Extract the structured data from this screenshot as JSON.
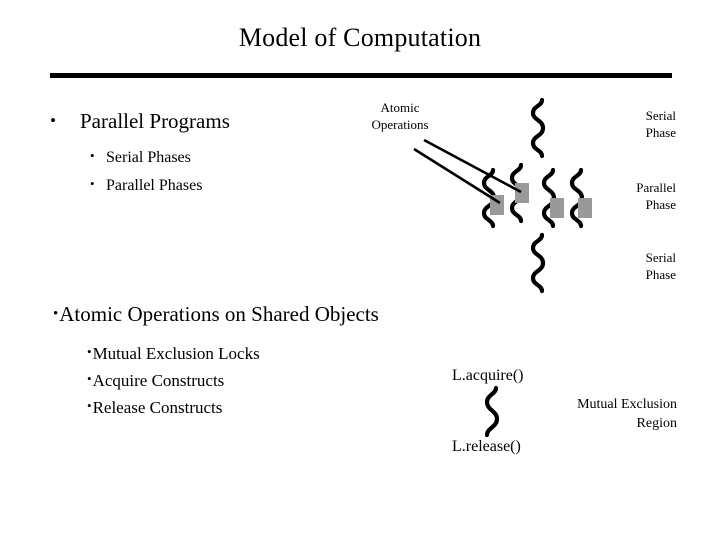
{
  "slide": {
    "title": "Model of Computation",
    "accent_color": "#000000",
    "background_color": "#ffffff",
    "squiggle_color": "#000000",
    "box_color": "#999999"
  },
  "content": {
    "bullet1": {
      "marker": "•",
      "text": "Parallel Programs",
      "sub": [
        {
          "marker": "•",
          "text": "Serial Phases"
        },
        {
          "marker": "•",
          "text": "Parallel Phases"
        }
      ]
    },
    "bullet2": {
      "marker": "•",
      "text": "Atomic Operations on Shared Objects",
      "sub": [
        {
          "marker": "•",
          "text": "Mutual Exclusion Locks"
        },
        {
          "marker": "•",
          "text": "Acquire Constructs"
        },
        {
          "marker": "•",
          "text": "Release Constructs"
        }
      ]
    }
  },
  "diagram_top": {
    "callout_label": "Atomic\nOperations",
    "phase_labels": [
      {
        "name": "serial-phase-top",
        "text": "Serial\nPhase"
      },
      {
        "name": "parallel-phase",
        "text": "Parallel\nPhase"
      },
      {
        "name": "serial-phase-bottom",
        "text": "Serial\nPhase"
      }
    ],
    "thread_count": 4,
    "atomic_box_count": 4
  },
  "diagram_bottom": {
    "acquire_label": "L.acquire()",
    "release_label": "L.release()",
    "region_label": "Mutual Exclusion\nRegion"
  }
}
